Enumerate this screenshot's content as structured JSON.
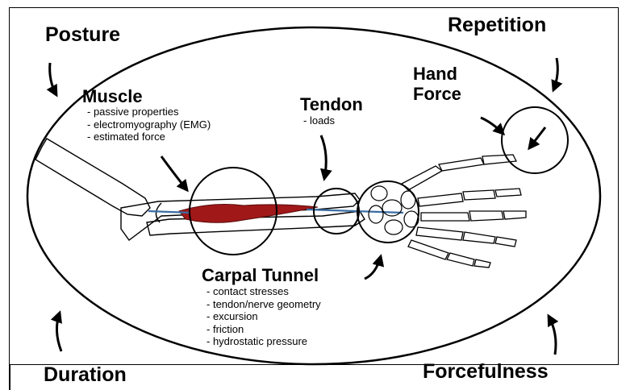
{
  "corners": {
    "top_left": "Posture",
    "top_right": "Repetition",
    "bottom_left": "Duration",
    "bottom_right": "Forcefulness"
  },
  "muscle": {
    "title": "Muscle",
    "items": [
      "passive properties",
      "electromyography (EMG)",
      "estimated force"
    ]
  },
  "tendon": {
    "title": "Tendon",
    "items": [
      "loads"
    ]
  },
  "hand_force": {
    "title_line1": "Hand",
    "title_line2": "Force"
  },
  "carpal_tunnel": {
    "title": "Carpal Tunnel",
    "items": [
      "contact stresses",
      "tendon/nerve geometry",
      "excursion",
      "friction",
      "hydrostatic pressure"
    ]
  },
  "colors": {
    "muscle": "#a01818",
    "tendon": "#3a6ea5",
    "ink": "#000000"
  }
}
